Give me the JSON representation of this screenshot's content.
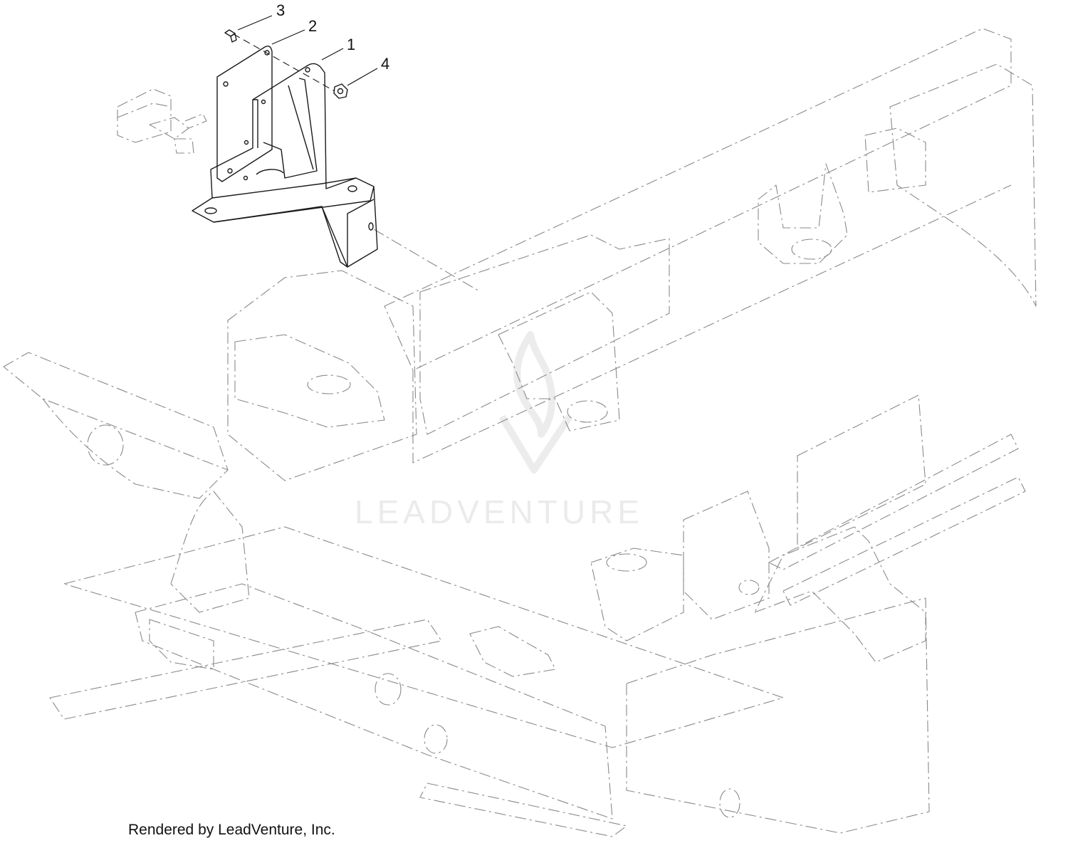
{
  "diagram": {
    "callouts": [
      {
        "number": "1",
        "part": "bracket"
      },
      {
        "number": "2",
        "part": "plate"
      },
      {
        "number": "3",
        "part": "bolt"
      },
      {
        "number": "4",
        "part": "nut"
      }
    ],
    "watermark": "LEADVENTURE",
    "footer": "Rendered by LeadVenture, Inc."
  }
}
